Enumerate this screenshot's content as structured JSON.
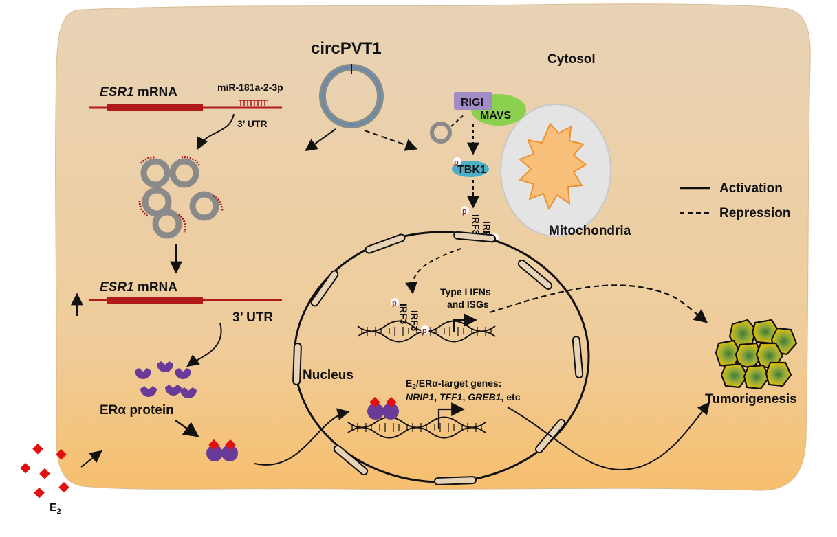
{
  "labels": {
    "circ": "circPVT1",
    "cytosol": "Cytosol",
    "esr1_top": "ESR1",
    "mrna_top": " mRNA",
    "mir": "miR-181a-2-3p",
    "utr_top": "3’ UTR",
    "esr1_mid": "ESR1",
    "mrna_mid": " mRNA",
    "utr_mid": "3’ UTR",
    "rigi": "RIGI",
    "mavs": "MAVS",
    "tbk1": "TBK1",
    "irf3": "IRF3",
    "p": "p",
    "mito": "Mitochondria",
    "typei_line1": "Type I IFNs",
    "typei_line2": "and ISGs",
    "nucleus": "Nucleus",
    "target_line1_a": "E",
    "target_line1_sub": "2",
    "target_line1_b": "/ERα-target genes:",
    "target_nrip": "NRIP1",
    "target_sep1": ", ",
    "target_tff": "TFF1",
    "target_sep2": ", ",
    "target_greb": "GREB1",
    "target_etc": ", etc",
    "era": "ERα protein",
    "tumor": "Tumorigenesis",
    "e2": "E",
    "e2_sub": "2"
  },
  "legend": {
    "activation": "Activation",
    "repression": "Repression"
  },
  "colors": {
    "cell": "#ecd2b0",
    "cell_bottom": "#f4c27a",
    "mrna": "#b01a1a",
    "circ": "#8a8a8a",
    "circ_inner": "#4a90c8",
    "rigi": "#a28cc6",
    "mavs": "#8cd050",
    "tbk1": "#4ab0c8",
    "mito_outer": "#e4e4e4",
    "mito_inner": "#f8c07a",
    "mito_stroke": "#f0902c",
    "era": "#6a3a98",
    "e2": "#e01010",
    "tumor_cell": "#f6c200",
    "tumor_nucleus": "#4f8a3a"
  }
}
